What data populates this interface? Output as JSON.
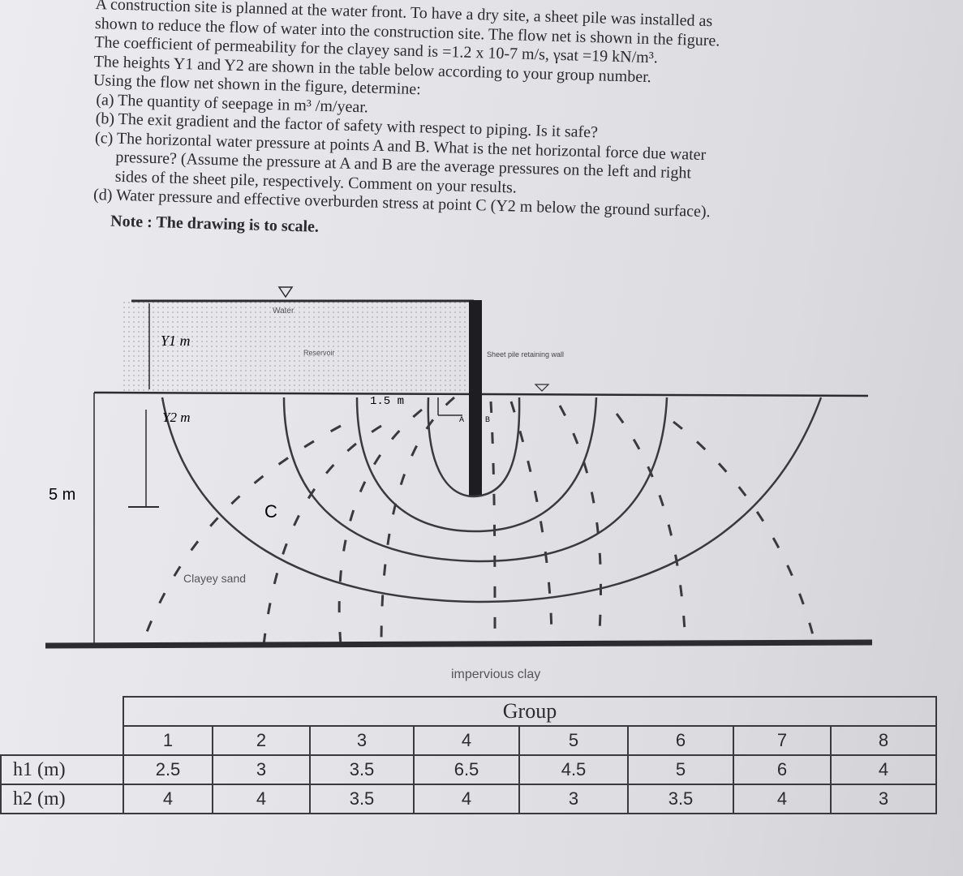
{
  "problem": {
    "intro_lines": [
      "A construction site is planned at the water front. To have a dry site, a sheet pile was installed as",
      "shown to reduce the flow of water into the construction site. The flow net is shown in the figure.",
      "The coefficient of permeability for the clayey sand is =1.2 x 10-7 m/s, γsat =19 kN/m³.",
      "The heights Y1 and Y2 are shown in the table below according to your group number.",
      "Using the flow net shown in the figure, determine:"
    ],
    "items": [
      "(a) The quantity of seepage in m³ /m/year.",
      "(b) The exit gradient and the factor of safety with respect to piping. Is it safe?",
      "(c) The horizontal water pressure at points A and B. What is the net horizontal force due water",
      "pressure? (Assume the pressure at A and B are the average pressures on the left and right",
      "sides of the sheet pile, respectively. Comment on your results.",
      "(d) Water pressure and effective overburden stress at point C (Y2 m below the ground surface)."
    ],
    "note": "Note : The drawing is to scale."
  },
  "diagram": {
    "labels": {
      "water": "Water",
      "y1": "Y1 m",
      "reservoir": "Reservoir",
      "sheet_pile": "Sheet pile retaining wall",
      "depth_15": "1.5 m",
      "y2": "Y2 m",
      "five_m": "5 m",
      "point_a": "A",
      "point_b": "B",
      "point_c": "C",
      "clayey_sand": "Clayey sand",
      "impervious": "impervious clay"
    }
  },
  "table": {
    "header": "Group",
    "groups": [
      "1",
      "2",
      "3",
      "4",
      "5",
      "6",
      "7",
      "8"
    ],
    "rows": [
      {
        "label": "h1 (m)",
        "values": [
          "2.5",
          "3",
          "3.5",
          "6.5",
          "4.5",
          "5",
          "6",
          "4"
        ]
      },
      {
        "label": "h2 (m)",
        "values": [
          "4",
          "4",
          "3.5",
          "4",
          "3",
          "3.5",
          "4",
          "3"
        ]
      }
    ]
  }
}
